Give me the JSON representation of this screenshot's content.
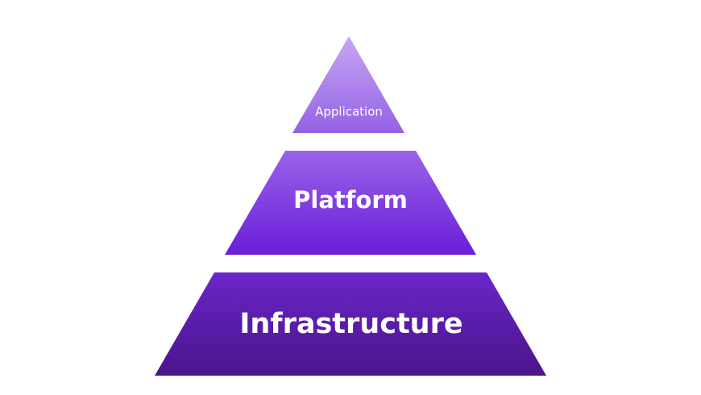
{
  "pyramid": {
    "tiers": [
      {
        "label": "Application",
        "color_top": "#c7a6f3",
        "color_bottom": "#9462e6"
      },
      {
        "label": "Platform",
        "color_top": "#9a62e9",
        "color_bottom": "#6a1ed8"
      },
      {
        "label": "Infrastructure",
        "color_top": "#6a26c9",
        "color_bottom": "#4a148b"
      }
    ]
  }
}
